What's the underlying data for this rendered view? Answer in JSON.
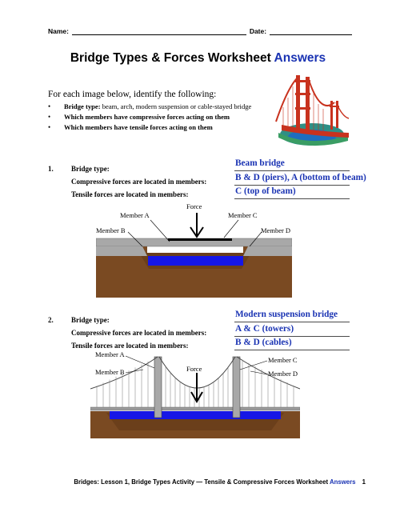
{
  "header": {
    "name_label": "Name:",
    "date_label": "Date:"
  },
  "title": {
    "main": "Bridge Types & Forces Worksheet",
    "accent": "Answers"
  },
  "intro": {
    "text": "For each image below, identify the following:",
    "criteria": [
      {
        "bold": "Bridge type:",
        "normal": " beam, arch, modern suspension or cable-stayed bridge"
      },
      {
        "bold": "Which members have compressive forces acting on them",
        "normal": ""
      },
      {
        "bold": "Which members have tensile forces acting on them",
        "normal": ""
      }
    ]
  },
  "questions": [
    {
      "number": "1.",
      "labels": [
        "Bridge type:",
        "Compressive forces are located in members:",
        "Tensile forces are located in members:"
      ],
      "answers": [
        "Beam bridge",
        "B & D (piers), A (bottom of beam)",
        "C (top of beam)"
      ],
      "diagram_labels": {
        "force": "Force",
        "member_a": "Member A",
        "member_b": "Member B",
        "member_c": "Member C",
        "member_d": "Member D"
      }
    },
    {
      "number": "2.",
      "labels": [
        "Bridge type:",
        "Compressive forces are located in members:",
        "Tensile forces are located in members:"
      ],
      "answers": [
        "Modern suspension bridge",
        "A & C (towers)",
        "B & D (cables)"
      ],
      "diagram_labels": {
        "force": "Force",
        "member_a": "Member A",
        "member_b": "Member B",
        "member_c": "Member C",
        "member_d": "Member D"
      }
    }
  ],
  "footer": {
    "text": "Bridges: Lesson 1, Bridge Types Activity — Tensile & Compressive Forces Worksheet",
    "accent": "Answers",
    "page": "1"
  },
  "colors": {
    "accent": "#1a33b3",
    "water": "#1616e6",
    "soil": "#7a4a22",
    "deck": "#a8a8a8",
    "golden_gate": "#c8321e"
  }
}
